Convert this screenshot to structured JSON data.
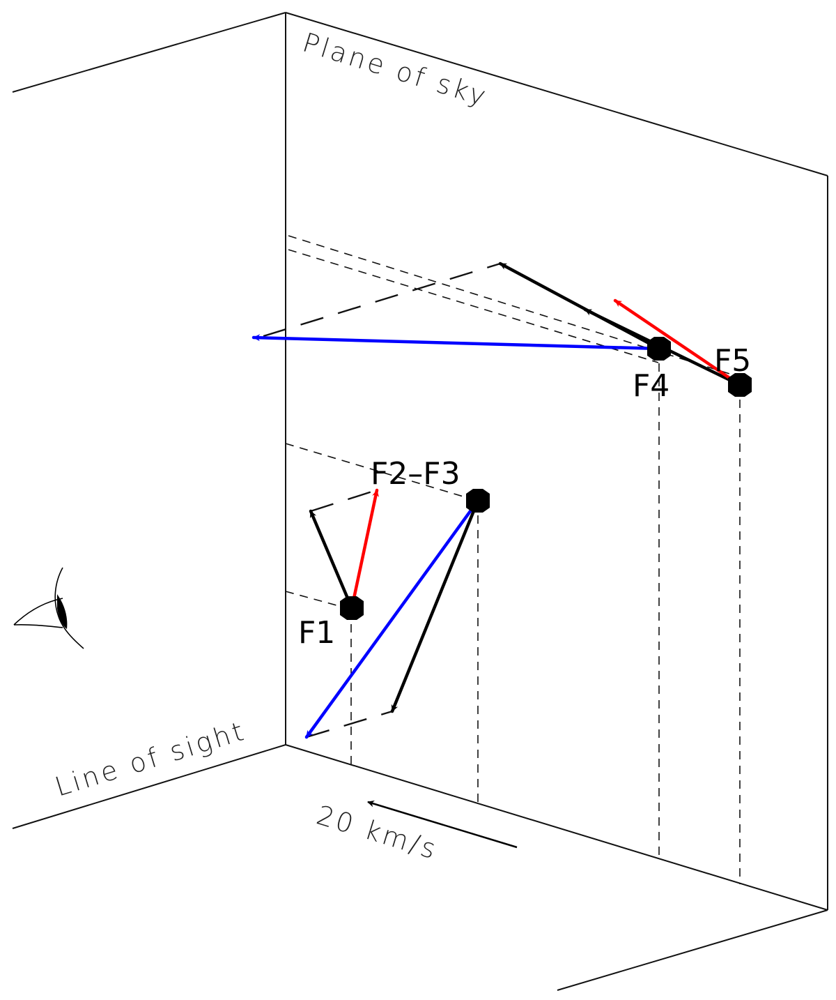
{
  "labels": {
    "plane_of_sky": "Plane of sky",
    "line_of_sight": "Line of sight",
    "scale": "20 km/s",
    "F1": "F1",
    "F2_F3": "F2–F3",
    "F4": "F4",
    "F5": "F5"
  },
  "colors": {
    "black_vector": "#000000",
    "red_vector": "#ff0000",
    "blue_vector": "#0000ff"
  },
  "icons": {
    "observer": "eye-icon"
  }
}
